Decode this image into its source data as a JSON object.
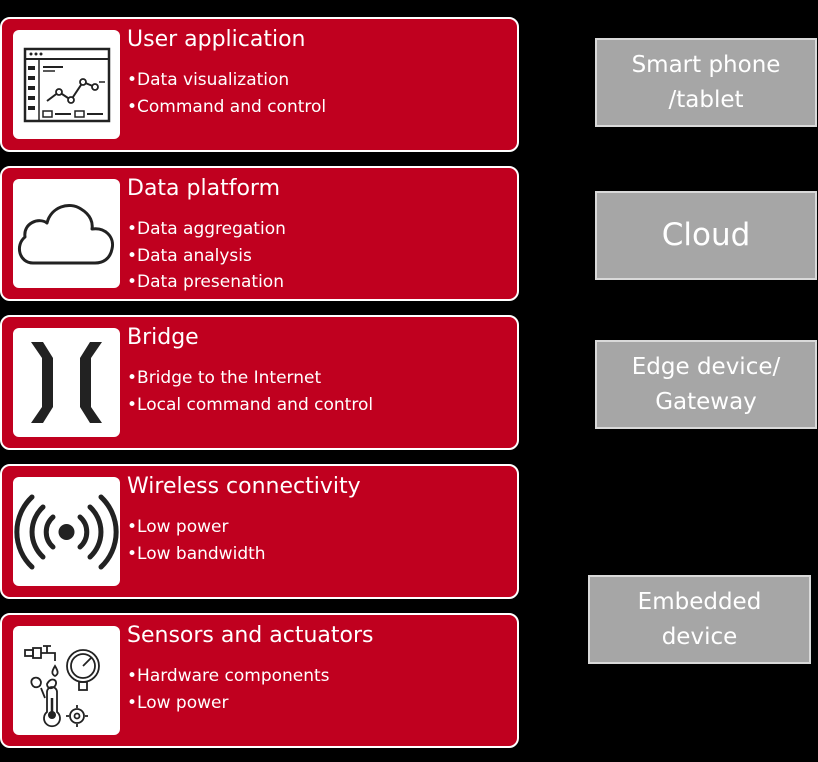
{
  "layers": [
    {
      "title": "User application",
      "bullets": [
        "Data visualization",
        "Command and control"
      ],
      "icon": "dashboard-icon"
    },
    {
      "title": "Data platform",
      "bullets": [
        "Data aggregation",
        "Data analysis",
        "Data presenation"
      ],
      "icon": "cloud-icon"
    },
    {
      "title": "Bridge",
      "bullets": [
        "Bridge to the Internet",
        "Local command and control"
      ],
      "icon": "bridge-icon"
    },
    {
      "title": "Wireless connectivity",
      "bullets": [
        "Low power",
        "Low bandwidth"
      ],
      "icon": "wireless-signal-icon"
    },
    {
      "title": "Sensors and actuators",
      "bullets": [
        "Hardware components",
        "Low power"
      ],
      "icon": "sensors-actuators-icon"
    }
  ],
  "tags": [
    {
      "line1": "Smart phone",
      "line2": "/tablet"
    },
    {
      "line1": "Cloud"
    },
    {
      "line1": "Edge device/",
      "line2": "Gateway"
    },
    {
      "line1": "Embedded",
      "line2": "device"
    }
  ],
  "colors": {
    "layer_fill": "#c0001f",
    "tag_fill": "#a6a6a6",
    "background": "#000000"
  }
}
